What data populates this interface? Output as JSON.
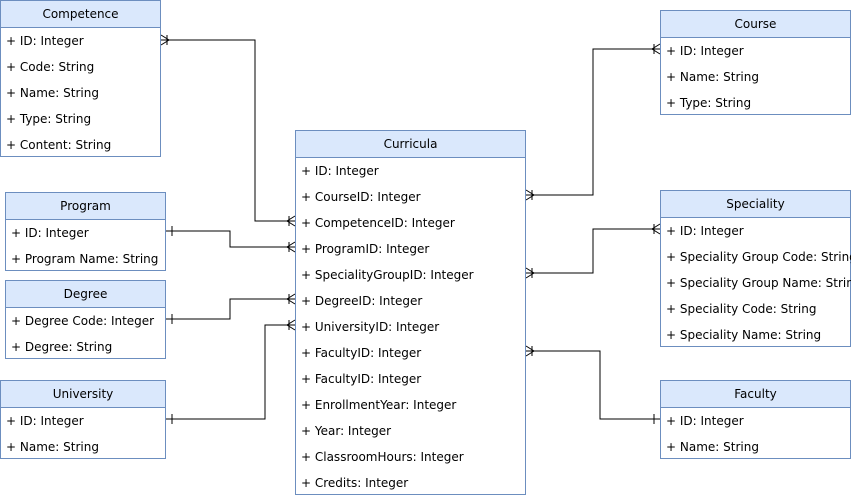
{
  "entities": {
    "competence": {
      "title": "Competence",
      "fields": [
        "+ ID: Integer",
        "+ Code: String",
        "+ Name: String",
        "+ Type: String",
        "+ Content: String"
      ]
    },
    "program": {
      "title": "Program",
      "fields": [
        "+ ID: Integer",
        "+ Program Name: String"
      ]
    },
    "degree": {
      "title": "Degree",
      "fields": [
        "+ Degree Code: Integer",
        "+ Degree: String"
      ]
    },
    "university": {
      "title": "University",
      "fields": [
        "+ ID: Integer",
        "+ Name: String"
      ]
    },
    "curricula": {
      "title": "Curricula",
      "fields": [
        "+ ID: Integer",
        "+ CourseID: Integer",
        "+ CompetenceID: Integer",
        "+ ProgramID: Integer",
        "+ SpecialityGroupID: Integer",
        "+ DegreeID: Integer",
        "+ UniversityID: Integer",
        "+ FacultyID: Integer",
        "+ FacultyID: Integer",
        "+ EnrollmentYear: Integer",
        "+ Year: Integer",
        "+ ClassroomHours: Integer",
        "+ Credits: Integer"
      ]
    },
    "course": {
      "title": "Course",
      "fields": [
        "+ ID: Integer",
        "+ Name: String",
        "+ Type: String"
      ]
    },
    "speciality": {
      "title": "Speciality",
      "fields": [
        "+ ID: Integer",
        "+ Speciality Group Code: String",
        "+ Speciality Group Name: String",
        "+ Speciality Code: String",
        "+ Speciality Name: String"
      ]
    },
    "faculty": {
      "title": "Faculty",
      "fields": [
        "+ ID: Integer",
        "+ Name: String"
      ]
    }
  },
  "relationships": [
    {
      "from": "competence",
      "to": "curricula",
      "from_end": "many",
      "to_end": "many"
    },
    {
      "from": "program",
      "to": "curricula",
      "from_end": "one",
      "to_end": "many"
    },
    {
      "from": "degree",
      "to": "curricula",
      "from_end": "one",
      "to_end": "many"
    },
    {
      "from": "university",
      "to": "curricula",
      "from_end": "one",
      "to_end": "many"
    },
    {
      "from": "course",
      "to": "curricula",
      "from_end": "many",
      "to_end": "many"
    },
    {
      "from": "speciality",
      "to": "curricula",
      "from_end": "many",
      "to_end": "many"
    },
    {
      "from": "faculty",
      "to": "curricula",
      "from_end": "one",
      "to_end": "many"
    }
  ],
  "colors": {
    "header_fill": "#dae8fc",
    "border": "#6c8ebf",
    "edge": "#000000"
  }
}
